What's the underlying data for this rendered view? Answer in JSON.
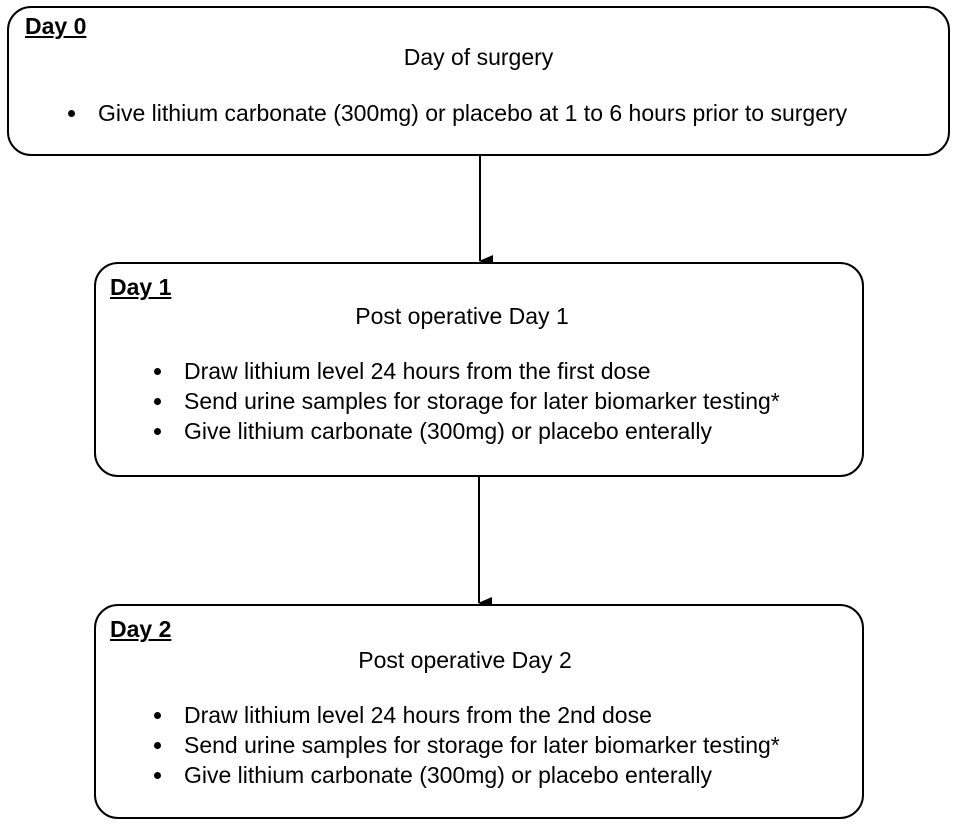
{
  "stages": [
    {
      "heading": "Day 0",
      "subtitle": "Day of surgery",
      "bullets": [
        "Give lithium carbonate (300mg) or placebo at 1 to 6 hours prior to surgery"
      ]
    },
    {
      "heading": "Day 1",
      "subtitle": "Post operative Day 1",
      "bullets": [
        "Draw lithium level 24 hours from the first dose",
        "Send urine samples for storage for later biomarker testing*",
        "Give lithium carbonate (300mg) or placebo enterally"
      ]
    },
    {
      "heading": "Day 2",
      "subtitle": "Post operative Day 2",
      "bullets": [
        "Draw lithium level 24 hours from the 2nd dose",
        "Send urine samples for storage for later biomarker testing*",
        "Give lithium carbonate (300mg) or placebo enterally"
      ]
    }
  ],
  "colors": {
    "stroke": "#000000",
    "background": "#ffffff"
  }
}
